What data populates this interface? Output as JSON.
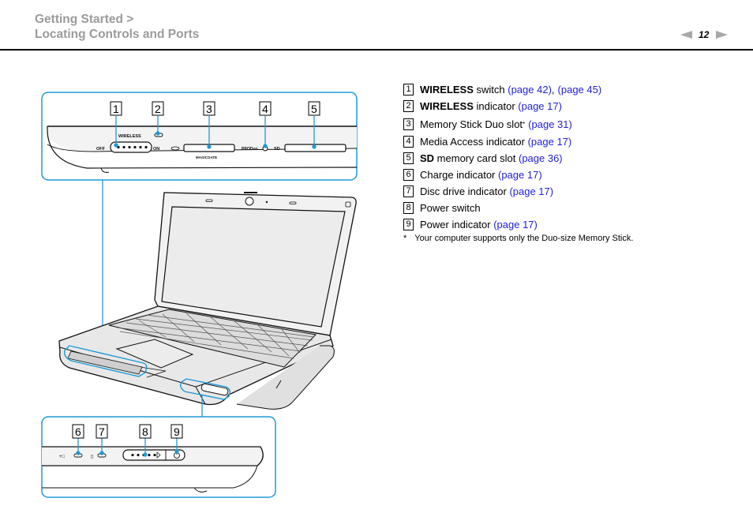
{
  "header": {
    "breadcrumb_line1": "Getting Started >",
    "breadcrumb_line2": "Locating Controls and Ports",
    "page_number": "12"
  },
  "items": [
    {
      "num": "1",
      "bold": "WIRELESS",
      "text": " switch ",
      "links": [
        "(page 42)",
        "(page 45)"
      ],
      "sep": ","
    },
    {
      "num": "2",
      "bold": "WIRELESS",
      "text": " indicator ",
      "links": [
        "(page 17)"
      ]
    },
    {
      "num": "3",
      "bold": "",
      "text": "Memory Stick Duo slot",
      "sup": "*",
      "links": [
        "(page 31)"
      ]
    },
    {
      "num": "4",
      "bold": "",
      "text": "Media Access indicator ",
      "links": [
        "(page 17)"
      ]
    },
    {
      "num": "5",
      "bold": "SD",
      "text": " memory card slot ",
      "links": [
        "(page 36)"
      ]
    },
    {
      "num": "6",
      "bold": "",
      "text": "Charge indicator ",
      "links": [
        "(page 17)"
      ]
    },
    {
      "num": "7",
      "bold": "",
      "text": "Disc drive indicator ",
      "links": [
        "(page 17)"
      ]
    },
    {
      "num": "8",
      "bold": "",
      "text": "Power switch",
      "links": []
    },
    {
      "num": "9",
      "bold": "",
      "text": "Power indicator ",
      "links": [
        "(page 17)"
      ]
    }
  ],
  "footnote": {
    "marker": "*",
    "text": "Your computer supports only the Duo-size Memory Stick."
  },
  "illustration": {
    "callout_top": [
      "1",
      "2",
      "3",
      "4",
      "5"
    ],
    "callout_bottom": [
      "6",
      "7",
      "8",
      "9"
    ],
    "labels": {
      "wireless": "WIRELESS",
      "off": "OFF",
      "on": "ON",
      "magicgate": "MAGICGATE",
      "pro_duo": "PRODuo",
      "sd": "SD"
    },
    "callout_color": "#1f9ad6"
  }
}
